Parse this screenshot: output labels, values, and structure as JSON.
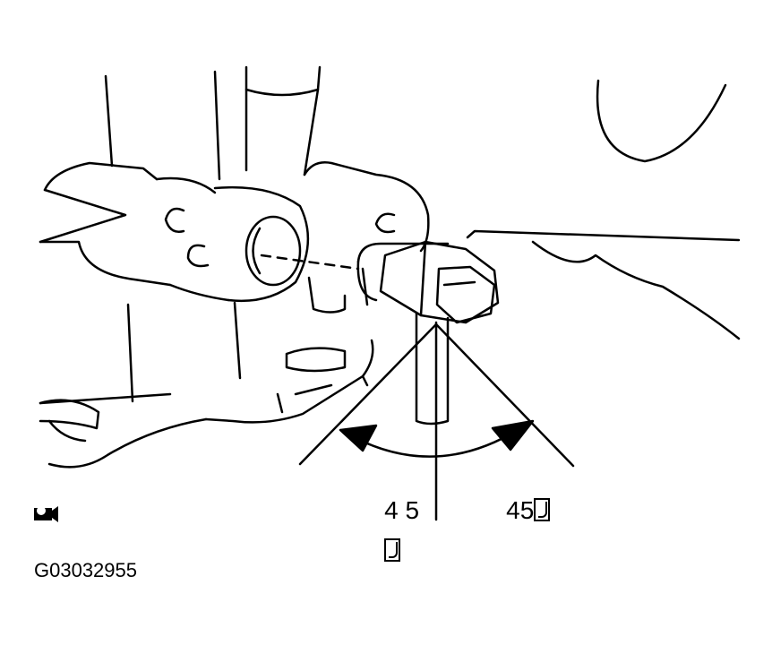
{
  "diagram": {
    "angle_left_label": "4 5",
    "angle_right_label": "45",
    "figure_code": "G03032955",
    "line_color": "#000000",
    "background_color": "#ffffff",
    "icons": [
      "degree-glyph",
      "degree-glyph",
      "degree-glyph",
      "camera-logo-icon"
    ]
  }
}
